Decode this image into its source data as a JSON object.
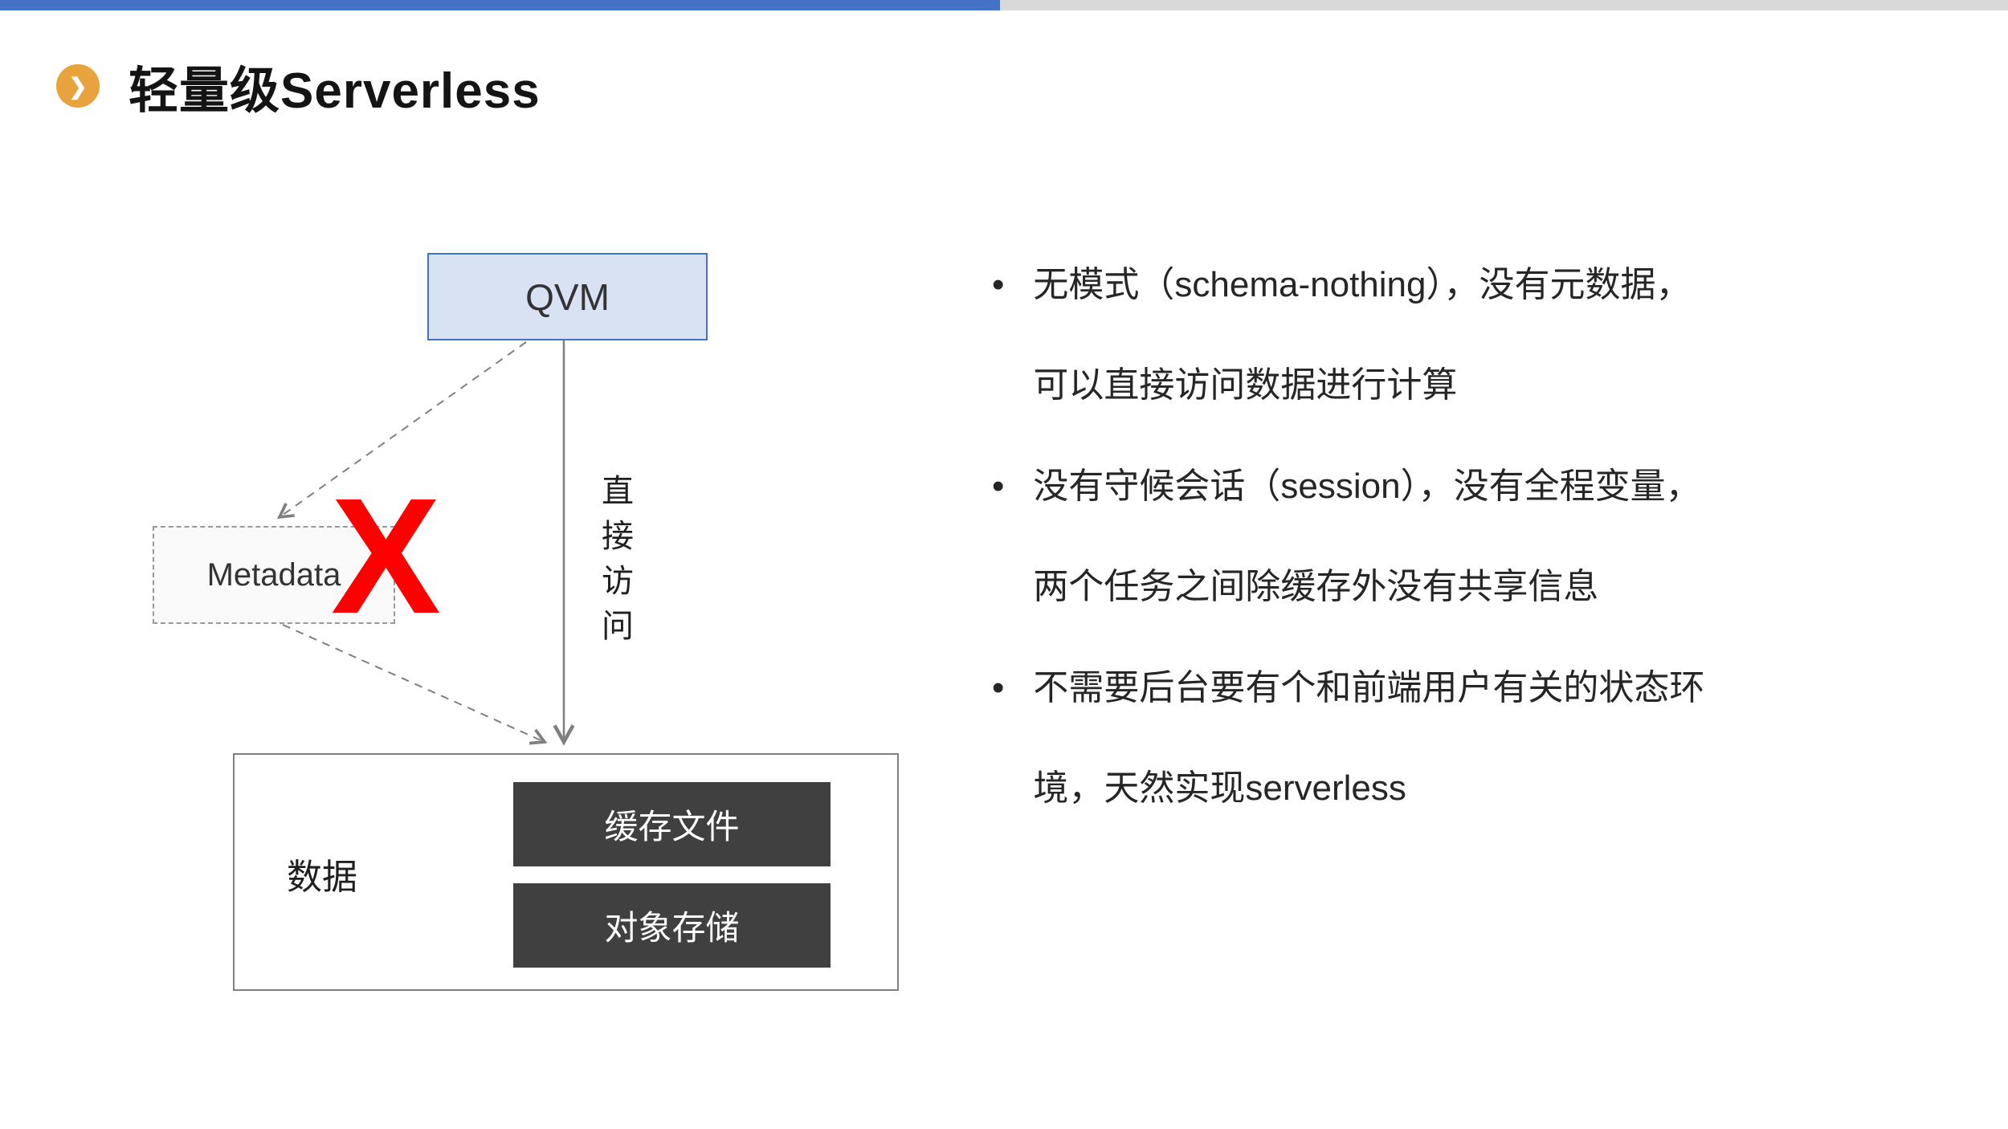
{
  "slide": {
    "colors": {
      "accent_blue": "#4472C4",
      "topbar_gray": "#D9D9D9",
      "title_icon_orange": "#E8A33D",
      "qvm_fill": "#D9E2F3",
      "qvm_border": "#4472C4",
      "dark_box_gray": "#404040",
      "cross_red": "#FF0000",
      "connector_gray": "#7F7F7F"
    }
  },
  "header": {
    "title": "轻量级Serverless",
    "icon_char": "❯"
  },
  "diagram": {
    "qvm": {
      "label": "QVM"
    },
    "direct_access_label": "直接访问",
    "metadata": {
      "label": "Metadata"
    },
    "cross_mark": "X",
    "data_group": {
      "label": "数据"
    },
    "cache": {
      "label": "缓存文件"
    },
    "object_storage": {
      "label": "对象存储"
    }
  },
  "bullets": {
    "marker": "•",
    "items": [
      {
        "text": "无模式（schema-nothing），没有元数据，\n可以直接访问数据进行计算"
      },
      {
        "text": "没有守候会话（session），没有全程变量，\n两个任务之间除缓存外没有共享信息"
      },
      {
        "text": "不需要后台要有个和前端用户有关的状态环\n境，天然实现serverless"
      }
    ]
  }
}
